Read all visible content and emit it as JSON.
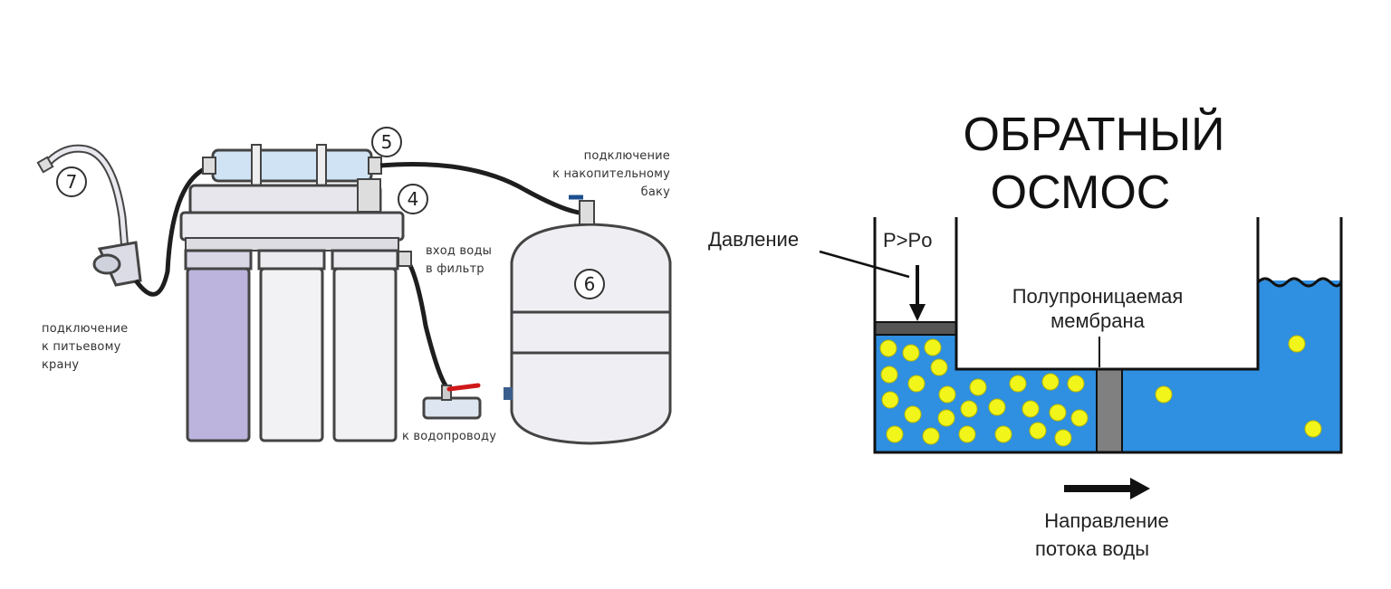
{
  "left_diagram": {
    "callouts": {
      "n5": "5",
      "n4": "4",
      "n6": "6",
      "n7": "7"
    },
    "labels": {
      "tank_connection": [
        "подключение",
        "к накопительному",
        "баку"
      ],
      "water_input": [
        "вход воды",
        "в фильтр"
      ],
      "faucet_connection": [
        "подключение",
        "к питьевому",
        "крану"
      ],
      "water_supply": "к водопроводу"
    }
  },
  "right_diagram": {
    "title": [
      "ОБРАТНЫЙ",
      "ОСМОС"
    ],
    "pressure_label": "Давление",
    "pressure_formula": "P>Po",
    "membrane_label": [
      "Полупроницаемая",
      "мембрана"
    ],
    "flow_label": [
      "Направление",
      "потока воды"
    ],
    "colors": {
      "water": "#2f8fe0",
      "particle": "#f1f51a",
      "membrane": "#808080",
      "piston": "#555555"
    }
  }
}
